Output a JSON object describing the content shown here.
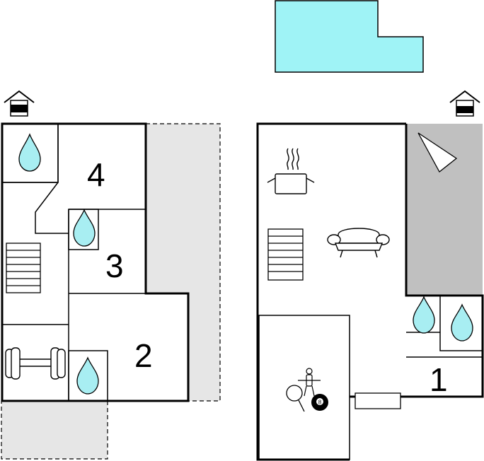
{
  "rooms": {
    "room_1": "1",
    "room_2": "2",
    "room_3": "3",
    "room_4": "4"
  },
  "colors": {
    "pool": "#9ff3f6",
    "water_drop": "#a8eef2",
    "terrace": "#e6e6e6",
    "covered_area": "#c0c0c0",
    "wall": "#000000"
  },
  "icons": [
    "house-entrance-icon",
    "water-drop-icon",
    "staircase-icon",
    "dumbbell-icon",
    "cooking-pot-icon",
    "sofa-icon",
    "table-tennis-icon",
    "table-football-icon",
    "billiard-ball-icon",
    "direction-arrow-icon",
    "pool-icon"
  ],
  "billiard_ball_number": "8"
}
